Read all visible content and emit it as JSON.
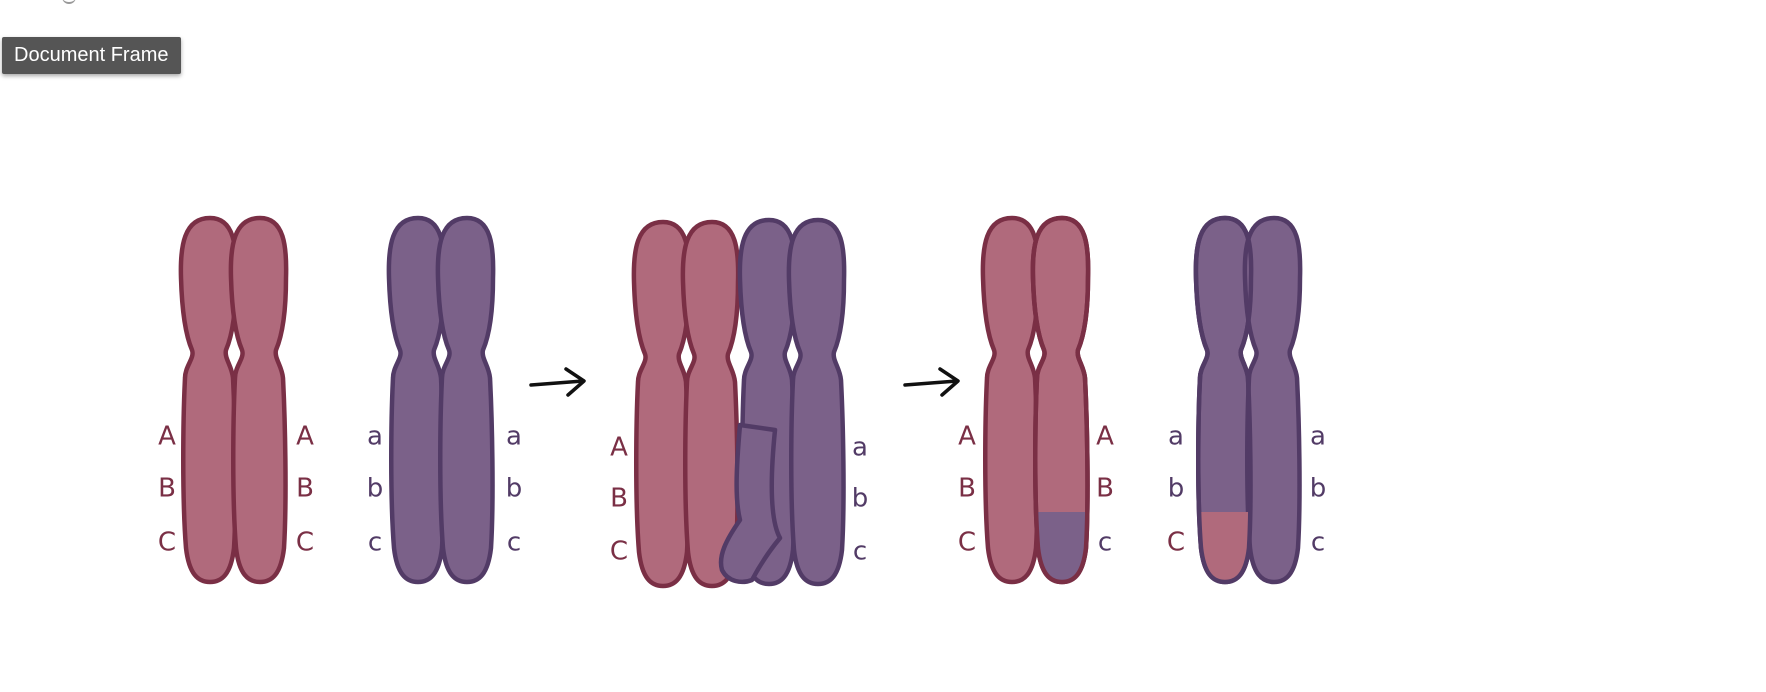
{
  "tooltip": {
    "label": "Document Frame"
  },
  "colors": {
    "maternal_fill": "#b06a7c",
    "maternal_stroke": "#7a2f45",
    "paternal_fill": "#7b6189",
    "paternal_stroke": "#523b66",
    "arrow": "#111111"
  },
  "diagram": {
    "stages": [
      {
        "name": "before-crossover",
        "chromosomes": [
          {
            "id": "red-chromosome",
            "color": "red",
            "left_alleles": [
              "A",
              "B",
              "C"
            ],
            "right_alleles": [
              "A",
              "B",
              "C"
            ]
          },
          {
            "id": "purple-chromosome",
            "color": "purple",
            "left_alleles": [
              "a",
              "b",
              "c"
            ],
            "right_alleles": [
              "a",
              "b",
              "c"
            ]
          }
        ]
      },
      {
        "name": "crossing-over",
        "left_alleles": [
          "A",
          "B",
          "C"
        ],
        "right_alleles": [
          "a",
          "b",
          "c"
        ]
      },
      {
        "name": "after-crossover",
        "chromosomes": [
          {
            "id": "recombinant-red-chromosome",
            "color": "red",
            "swapped_tip": "purple",
            "left_alleles": [
              "A",
              "B",
              "C"
            ],
            "right_alleles": [
              "A",
              "B",
              "c"
            ]
          },
          {
            "id": "recombinant-purple-chromosome",
            "color": "purple",
            "swapped_tip": "red",
            "left_alleles": [
              "a",
              "b",
              "C"
            ],
            "right_alleles": [
              "a",
              "b",
              "c"
            ]
          }
        ]
      }
    ]
  }
}
